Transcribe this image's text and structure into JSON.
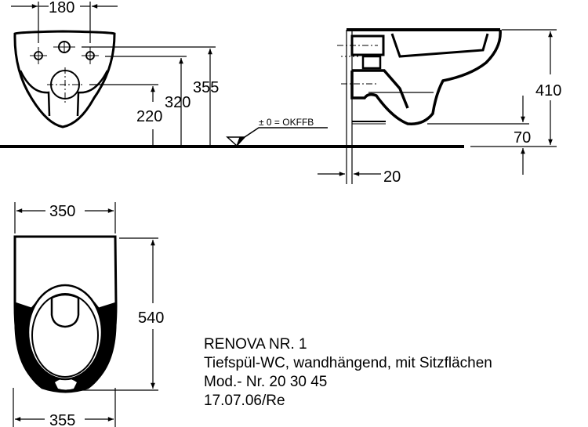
{
  "drawing": {
    "front_view": {
      "dimensions": {
        "fixing_spacing": "180",
        "upper_fixing_height": "355",
        "lower_fixing_height": "320",
        "outlet_height": "220"
      }
    },
    "floor_reference": {
      "label": "± 0 = OKFFB"
    },
    "side_view": {
      "dimensions": {
        "total_height": "410",
        "bottom_clearance": "70",
        "wall_offset": "20"
      }
    },
    "top_view": {
      "dimensions": {
        "width_top": "350",
        "width_bottom": "355",
        "depth": "540"
      }
    }
  },
  "info_block": {
    "title": "RENOVA NR. 1",
    "description": "Tiefspül-WC, wandhängend, mit Sitzflächen",
    "model_number": "Mod.- Nr. 20 30 45",
    "date_ref": "17.07.06/Re"
  },
  "colors": {
    "line": "#000000",
    "background": "#ffffff"
  }
}
